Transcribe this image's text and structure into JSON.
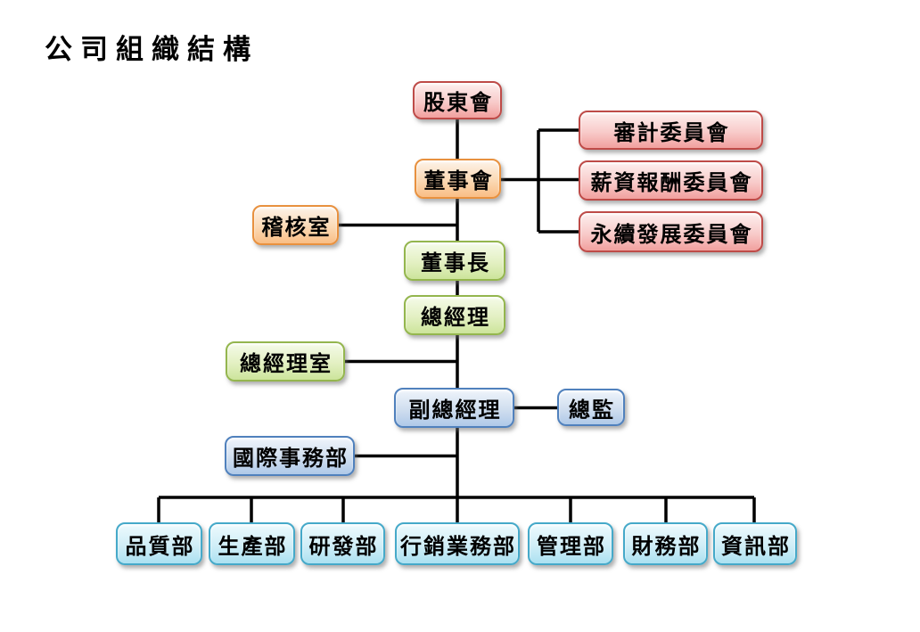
{
  "title": "公司組織結構",
  "colors": {
    "pink_border": "#BE4B48",
    "pink_top": "#FDF0EF",
    "pink_bottom": "#F1A09E",
    "orange_border": "#E8913F",
    "orange_top": "#FDF3E9",
    "orange_bottom": "#F9BE85",
    "green_border": "#94B64E",
    "green_top": "#F5FBE9",
    "green_bottom": "#CCE49B",
    "blue_border": "#5081BD",
    "blue_top": "#EFF4FB",
    "blue_bottom": "#AFC9E8",
    "cyan_border": "#45A9C9",
    "cyan_top": "#EDFAFD",
    "cyan_bottom": "#ACE1F1",
    "line": "#000000",
    "text": "#000000"
  },
  "nodes": {
    "shareholders_meeting": {
      "label": "股東會"
    },
    "board_of_directors": {
      "label": "董事會"
    },
    "audit_committee": {
      "label": "審計委員會"
    },
    "remuneration_committee": {
      "label": "薪資報酬委員會"
    },
    "sustainability_committee": {
      "label": "永續發展委員會"
    },
    "audit_office": {
      "label": "稽核室"
    },
    "chairman": {
      "label": "董事長"
    },
    "general_manager": {
      "label": "總經理"
    },
    "general_manager_office": {
      "label": "總經理室"
    },
    "deputy_general_manager": {
      "label": "副總經理"
    },
    "chief_director": {
      "label": "總監"
    },
    "international_affairs_dept": {
      "label": "國際事務部"
    }
  },
  "departments": [
    {
      "label": "品質部"
    },
    {
      "label": "生產部"
    },
    {
      "label": "研發部"
    },
    {
      "label": "行銷業務部"
    },
    {
      "label": "管理部"
    },
    {
      "label": "財務部"
    },
    {
      "label": "資訊部"
    }
  ]
}
